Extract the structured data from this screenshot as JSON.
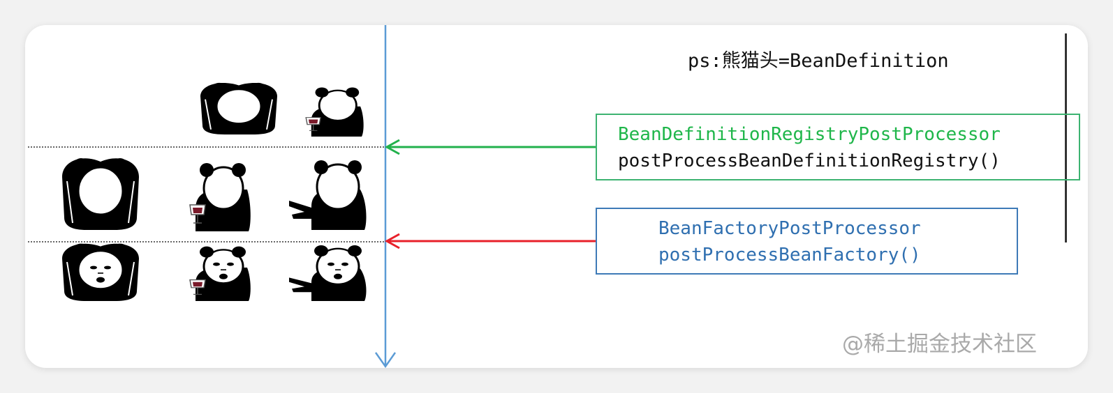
{
  "caption": "ps:熊猫头=BeanDefinition",
  "green_box": {
    "title": "BeanDefinitionRegistryPostProcessor",
    "method": "postProcessBeanDefinitionRegistry()"
  },
  "blue_box": {
    "title": "BeanFactoryPostProcessor",
    "method": "postProcessBeanFactory()"
  },
  "watermark": "@稀土掘金技术社区",
  "colors": {
    "green_arrow": "#22b14c",
    "red_arrow": "#e8202a",
    "axis": "#5b9bd5",
    "green_border": "#3cb371",
    "blue_border": "#3d7ab7"
  },
  "rows": [
    {
      "row": "top",
      "pandas": [
        "panda-arms-up-icon",
        "panda-drinking-icon"
      ]
    },
    {
      "row": "middle",
      "pandas": [
        "panda-arms-up-icon",
        "panda-drinking-icon",
        "panda-pointing-icon"
      ]
    },
    {
      "row": "bottom",
      "pandas": [
        "panda-face-arms-up-icon",
        "panda-face-drinking-icon",
        "panda-face-pointing-icon"
      ]
    }
  ]
}
